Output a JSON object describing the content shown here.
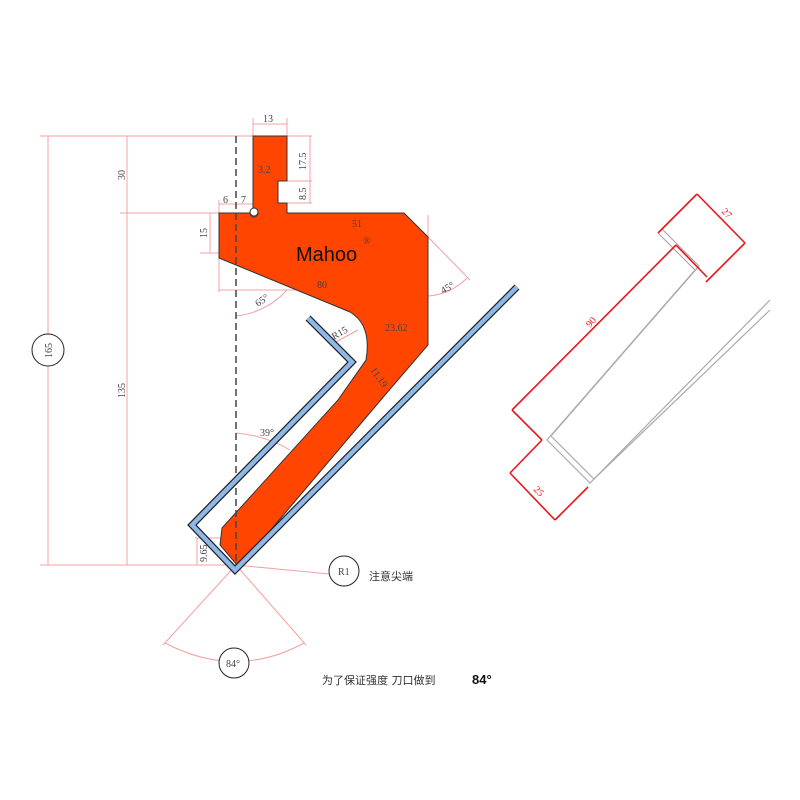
{
  "brand": {
    "name": "Mahoo",
    "registered_mark": "®"
  },
  "dimensions": {
    "shank_width": "13",
    "shank_upper_height": "17.5",
    "shank_thickness": "3.2",
    "notch_height": "8.5",
    "left_offset_a": "6",
    "left_offset_b": "7",
    "shoulder_height": "15",
    "top_width": "51",
    "bottom_width": "80",
    "angle_left": "65°",
    "angle_right": "45°",
    "radius_relief": "R15",
    "blade_width_upper": "23.62",
    "blade_width_lower": "11.19",
    "blade_angle": "39°",
    "tip_height": "9.65",
    "tip_radius": "R1",
    "tip_angle": "84°",
    "upper_height": "30",
    "lower_height": "135",
    "total_height": "165"
  },
  "profile_detail": {
    "length": "90",
    "top_flange": "27",
    "bottom_flange": "25"
  },
  "notes": {
    "tip_note": "注意尖端",
    "strength_note": "为了保证强度  刀口做到",
    "strength_angle": "84°"
  },
  "colors": {
    "punch": "#FF4500",
    "sheet": "#8DB8E8",
    "dimension": "#F4A0A0",
    "detail_dimension": "#E8161B"
  }
}
